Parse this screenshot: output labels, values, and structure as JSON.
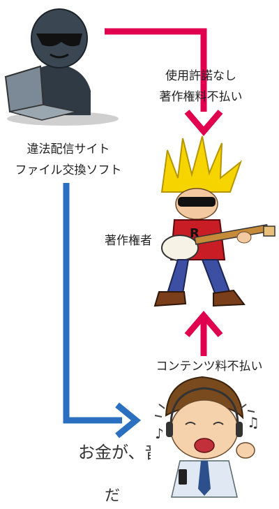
{
  "labels": {
    "pirate_line1": "違法配信サイト",
    "pirate_line2": "ファイル交換ソフト",
    "arrow_top_line1": "使用許諾なし",
    "arrow_top_line2": "著作権料不払い",
    "rights_holder": "著作権者",
    "arrow_bottom": "コンテンツ料不払い",
    "cut_line1": "お金が、音",
    "cut_line2": "だ"
  },
  "colors": {
    "red_arrow": "#e0004d",
    "blue_arrow": "#2a6fc0"
  }
}
